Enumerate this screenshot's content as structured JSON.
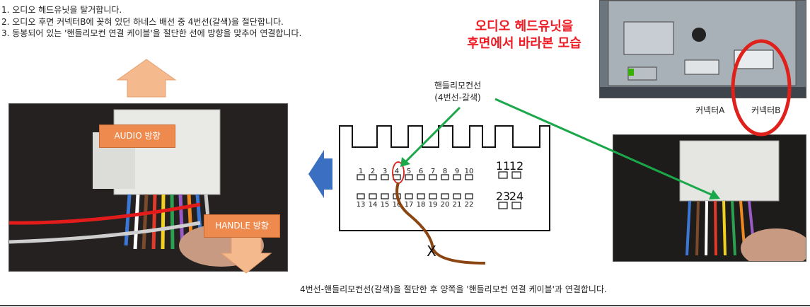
{
  "steps": [
    "1.  오디오 헤드유닛을 탈거합니다.",
    "2.  오디오 후면 커넥터B에 꽂혀 있던 하네스 배선 중 4번선(갈색)을 절단합니다.",
    "3.  동봉되어 있는 '핸들리모컨 연결 케이블'을 절단한 선에 방향을 맞추어 연결합니다."
  ],
  "callout": {
    "line1": "오디오 헤드유닛을",
    "line2": "후면에서 바라본 모습"
  },
  "connector_labels": {
    "a": "커넥터A",
    "b": "커넥터B"
  },
  "wire_label": {
    "line1": "핸들리모컨선",
    "line2": "(4번선-갈색)"
  },
  "tags": {
    "audio": "AUDIO 방향",
    "handle": "HANDLE 방향"
  },
  "pins_top": [
    "1",
    "2",
    "3",
    "4",
    "5",
    "6",
    "7",
    "8",
    "9",
    "10"
  ],
  "pins_top_right": [
    "11",
    "12"
  ],
  "pins_bottom": [
    "13",
    "14",
    "15",
    "16",
    "17",
    "18",
    "19",
    "20",
    "21",
    "22"
  ],
  "pins_bottom_right": [
    "23",
    "24"
  ],
  "cut_mark": "X",
  "caption": "4번선-핸들리모컨선(갈색)을 절단한 후 양쪽을 '핸들리모컨 연결 케이블'과 연결합니다.",
  "colors": {
    "callout": "#ee1c24",
    "tag": "#ef8a4f",
    "arrow_green": "#1aa84a",
    "wire_brown": "#8b4513",
    "ring_red": "#e0201b",
    "left_arrow_blue": "#3a6fc2"
  }
}
